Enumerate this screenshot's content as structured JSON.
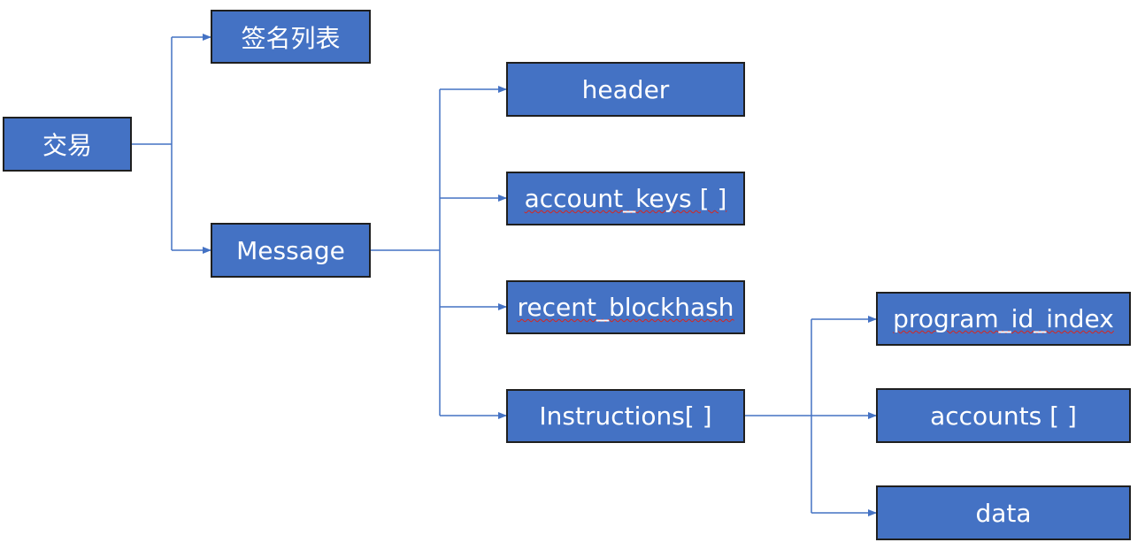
{
  "colors": {
    "box_fill": "#4472c4",
    "box_border": "#1f1f1f",
    "connector": "#4472c4",
    "text": "#ffffff",
    "spell_underline": "#d9261c"
  },
  "nodes": {
    "transaction": "交易",
    "signature_list": "签名列表",
    "message": "Message",
    "header": "header",
    "account_keys": "account_keys [ ]",
    "recent_blockhash": "recent_blockhash",
    "instructions": "Instructions[ ]",
    "program_id_index": "program_id_index",
    "accounts": "accounts [ ]",
    "data": "data"
  }
}
